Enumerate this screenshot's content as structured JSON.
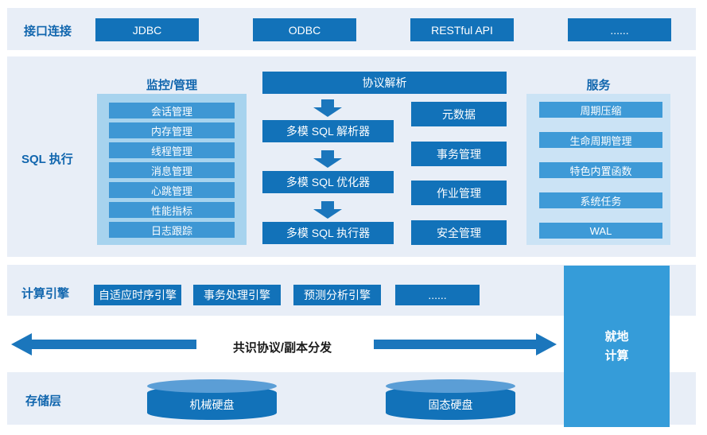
{
  "colors": {
    "section_bg": "#e8eef7",
    "primary_blue": "#1272b9",
    "label_blue": "#1166ae",
    "monitor_panel": "#a7d3ee",
    "monitor_item": "#3e97d4",
    "services_panel": "#cbe3f5",
    "services_item": "#3e9ad7",
    "inplace_box": "#359cd9",
    "arrow_blue": "#1b76bc",
    "consensus_text": "#1a1a1a",
    "cylinder_top": "#5b9ed6"
  },
  "interconnect": {
    "label": "接口连接",
    "items": [
      "JDBC",
      "ODBC",
      "RESTful API",
      "......"
    ]
  },
  "sql_execution": {
    "label": "SQL 执行",
    "monitoring": {
      "heading": "监控/管理",
      "items": [
        "会话管理",
        "内存管理",
        "线程管理",
        "消息管理",
        "心跳管理",
        "性能指标",
        "日志跟踪"
      ]
    },
    "protocol": {
      "header": "协议解析",
      "pipeline": [
        "多模 SQL 解析器",
        "多模 SQL 优化器",
        "多模 SQL 执行器"
      ],
      "management": [
        "元数据",
        "事务管理",
        "作业管理",
        "安全管理"
      ]
    },
    "services": {
      "heading": "服务",
      "items": [
        "周期压缩",
        "生命周期管理",
        "特色内置函数",
        "系统任务",
        "WAL"
      ]
    }
  },
  "compute": {
    "label": "计算引擎",
    "items": [
      "自适应时序引擎",
      "事务处理引擎",
      "预测分析引擎",
      "......"
    ]
  },
  "consensus": {
    "label": "共识协议/副本分发"
  },
  "storage": {
    "label": "存储层",
    "disks": [
      "机械硬盘",
      "固态硬盘"
    ]
  },
  "inplace": {
    "line1": "就地",
    "line2": "计算"
  }
}
